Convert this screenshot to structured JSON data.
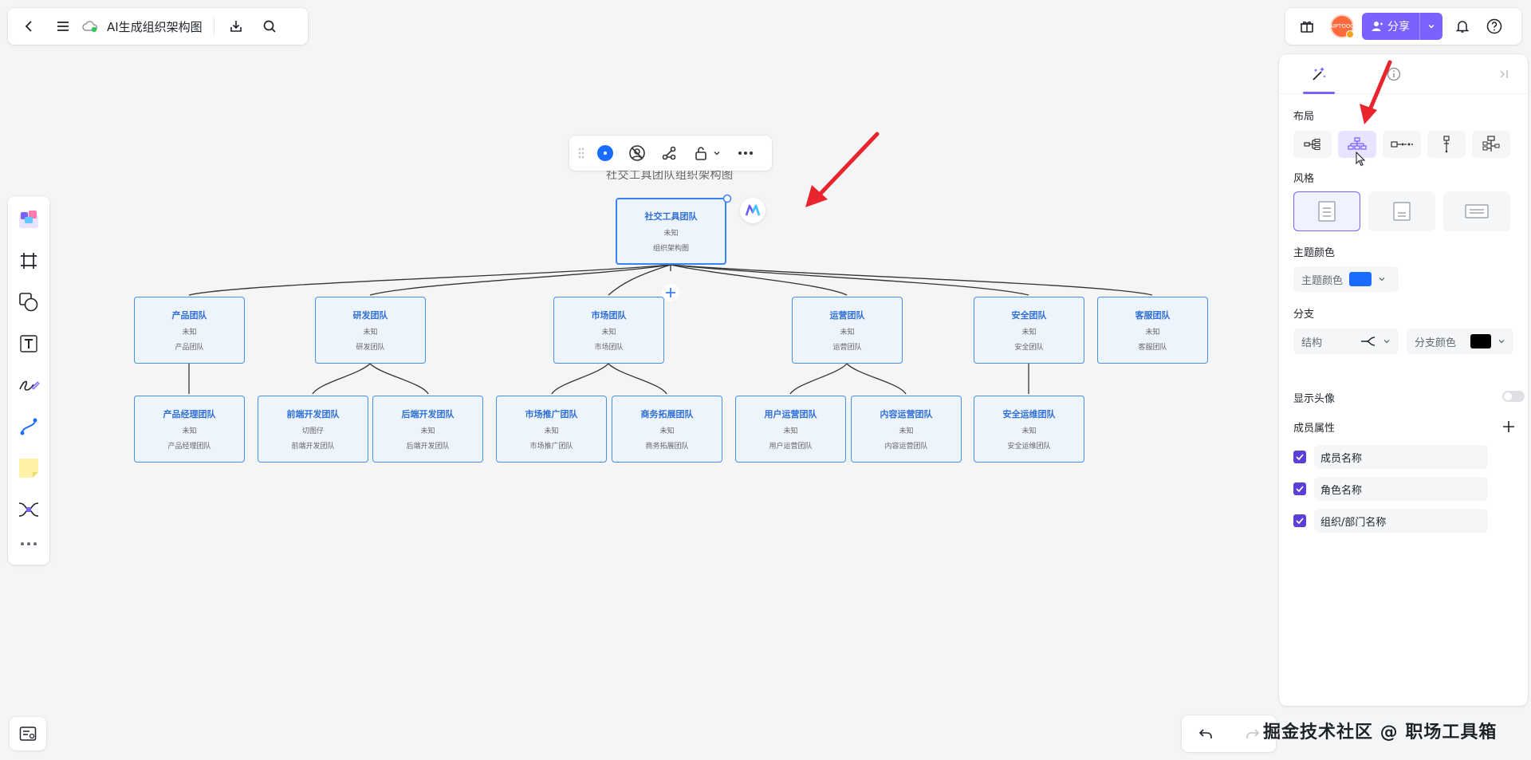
{
  "topbar": {
    "title": "AI生成组织架构图"
  },
  "topright": {
    "avatar_text": "AIPTOOO",
    "share_label": "分享"
  },
  "chart": {
    "title": "社交工具团队组织架构图",
    "root": {
      "name": "社交工具团队",
      "role": "未知",
      "dept": "组织架构图"
    },
    "teams": [
      {
        "name": "产品团队",
        "role": "未知",
        "dept": "产品团队"
      },
      {
        "name": "研发团队",
        "role": "未知",
        "dept": "研发团队"
      },
      {
        "name": "市场团队",
        "role": "未知",
        "dept": "市场团队"
      },
      {
        "name": "运营团队",
        "role": "未知",
        "dept": "运营团队"
      },
      {
        "name": "安全团队",
        "role": "未知",
        "dept": "安全团队"
      },
      {
        "name": "客服团队",
        "role": "未知",
        "dept": "客服团队"
      }
    ],
    "subteams": [
      {
        "name": "产品经理团队",
        "role": "未知",
        "dept": "产品经理团队"
      },
      {
        "name": "前端开发团队",
        "role": "切图仔",
        "dept": "前端开发团队"
      },
      {
        "name": "后端开发团队",
        "role": "未知",
        "dept": "后端开发团队"
      },
      {
        "name": "市场推广团队",
        "role": "未知",
        "dept": "市场推广团队"
      },
      {
        "name": "商务拓展团队",
        "role": "未知",
        "dept": "商务拓展团队"
      },
      {
        "name": "用户运营团队",
        "role": "未知",
        "dept": "用户运营团队"
      },
      {
        "name": "内容运营团队",
        "role": "未知",
        "dept": "内容运营团队"
      },
      {
        "name": "安全运维团队",
        "role": "未知",
        "dept": "安全运维团队"
      }
    ]
  },
  "panel": {
    "layout_label": "布局",
    "style_label": "风格",
    "theme_color_label": "主题颜色",
    "theme_color_select": "主题颜色",
    "theme_color": "#1a6cff",
    "branch_label": "分支",
    "structure_select": "结构",
    "branch_color_select": "分支颜色",
    "branch_color": "#000000",
    "show_avatar_label": "显示头像",
    "member_attr_label": "成员属性",
    "attrs": [
      "成员名称",
      "角色名称",
      "组织/部门名称"
    ]
  },
  "watermark": "掘金技术社区 @ 职场工具箱",
  "colors": {
    "accent": "#7b61ff",
    "node_border": "#4a90e2",
    "node_fill": "#eef4fc",
    "arrow": "#e8242c"
  }
}
